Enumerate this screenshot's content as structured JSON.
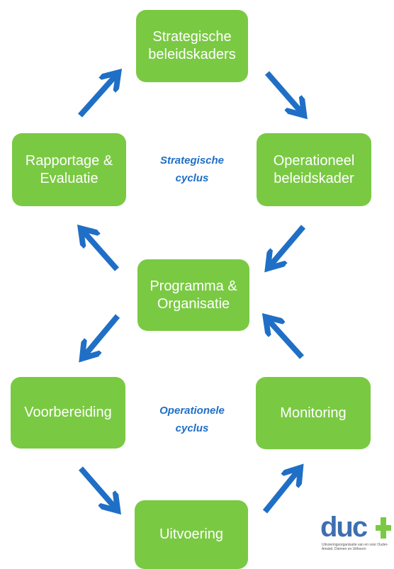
{
  "boxes": {
    "strategische_beleidskaders": "Strategische\nbeleidskaders",
    "operationeel_beleidskader": "Operationeel\nbeleidskader",
    "rapportage_evaluatie": "Rapportage &\nEvaluatie",
    "programma_organisatie": "Programma &\nOrganisatie",
    "voorbereiding": "Voorbereiding",
    "monitoring": "Monitoring",
    "uitvoering": "Uitvoering"
  },
  "labels": {
    "strategic_cycle": "Strategische\ncyclus",
    "operational_cycle": "Operationele\ncyclus"
  },
  "logo": {
    "text": "duc",
    "tagline": "Uitvoeringsorganisatie van en voor Ouder-Amstel, Diemen en Uithoorn"
  },
  "colors": {
    "box": "#7ac943",
    "arrow": "#1f6fc6",
    "label": "#1f6fc6",
    "logo_blue": "#3d6fb0",
    "logo_green": "#7ac943"
  }
}
